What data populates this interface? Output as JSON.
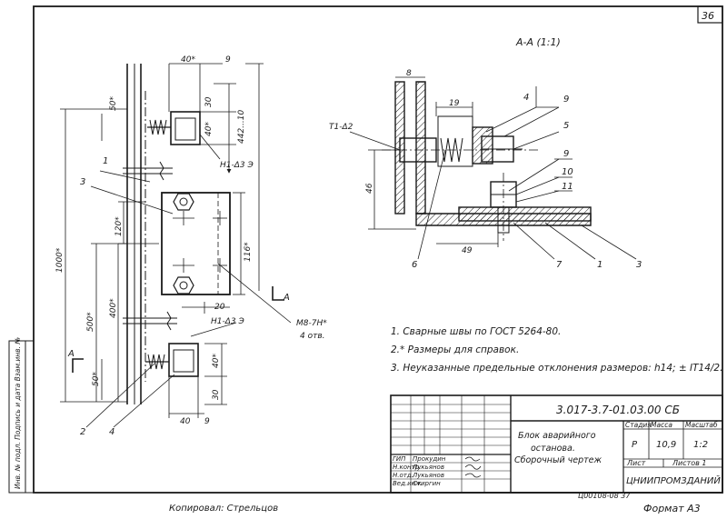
{
  "sheet": {
    "page_number": "36",
    "format": "Формат А3",
    "copied_by": "Копировал: Стрельцов",
    "archive_code": "Ц00108-08 37",
    "side_stamp": "Инв. № подл. Подпись и дата Взам.инв. №"
  },
  "section_view": {
    "title": "А-А (1:1)",
    "weld_label": "Т1-Δ2",
    "dims": {
      "top_thickness": "8",
      "bolt_offset": "19",
      "height": "46",
      "bottom": "49"
    },
    "callouts": [
      "4",
      "9",
      "5",
      "9",
      "10",
      "11",
      "6",
      "7",
      "1",
      "3"
    ]
  },
  "main_view": {
    "dims": {
      "top_width": "40*",
      "top_small": "9",
      "top_h": "50*",
      "h30_top": "30",
      "h40_top": "40*",
      "overall_right": "442...10",
      "overall_left": "1000*",
      "bracket_h": "116*",
      "hole_spacing": "20",
      "hole_sp_v": "120*",
      "mid_h": "500*",
      "bot_h": "400*",
      "bot_h50": "50*",
      "bot_h40": "40*",
      "bot_h30": "30",
      "bot_w": "40",
      "bot_small": "9"
    },
    "labels": {
      "part1": "1",
      "part3": "3",
      "part2": "2",
      "part4": "4",
      "weld_top": "Н1-Δ3 Э",
      "weld_bottom": "Н1-Δ3 Э",
      "bolt": "М8-7Н*",
      "holes": "4 отв.",
      "section": "А"
    }
  },
  "notes": [
    "1. Сварные швы по ГОСТ 5264-80.",
    "2.* Размеры для справок.",
    "3. Неуказанные предельные отклонения размеров: h14; ± IT14/2."
  ],
  "title_block": {
    "doc_code": "3.017-3.7-01.03.00 СБ",
    "name_line1": "Блок аварийного",
    "name_line2": "останова.",
    "name_line3": "Сборочный чертеж",
    "col_stage": "Стадия",
    "col_mass": "Масса",
    "col_scale": "Масштаб",
    "stage": "Р",
    "mass": "10,9",
    "scale": "1:2",
    "sheet_label": "Лист",
    "sheets_label": "Листов 1",
    "organization": "ЦНИИПРОМЗДАНИЙ",
    "roles": [
      "ГИП",
      "Н.контр.",
      "Н.отд.",
      "Вед.инж."
    ],
    "names": [
      "Прокудин",
      "Лукьянов",
      "Лукьянов",
      "Стиргин"
    ]
  }
}
